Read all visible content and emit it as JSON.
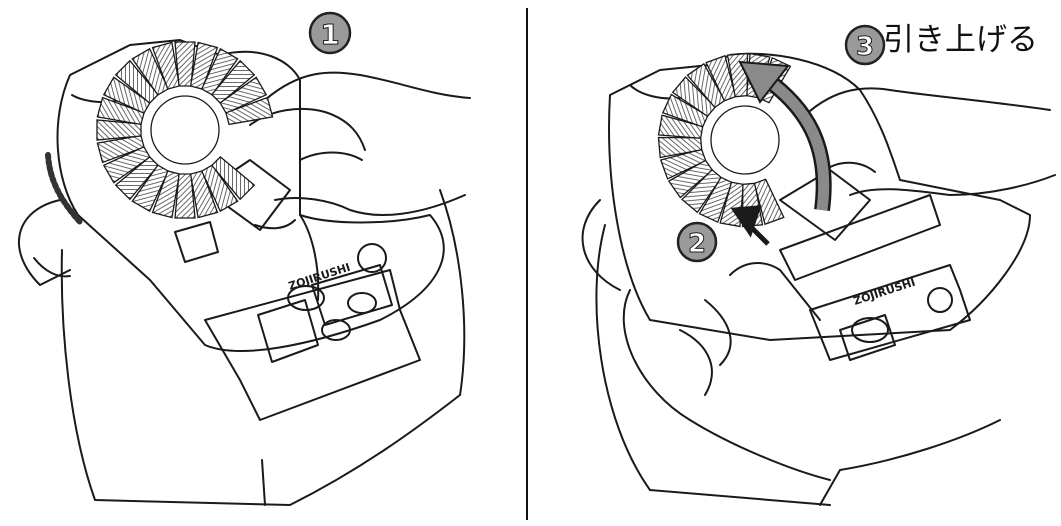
{
  "steps": {
    "step1": {
      "number": "1"
    },
    "step2": {
      "number": "2"
    },
    "step3": {
      "number": "3",
      "text": "引き上げる"
    }
  },
  "product": {
    "brand_logo": "ZOJIRUSHI"
  },
  "colors": {
    "line": "#1a1a1a",
    "badge_fill": "#9a9a9a",
    "hatch": "#555555",
    "background": "#ffffff"
  }
}
